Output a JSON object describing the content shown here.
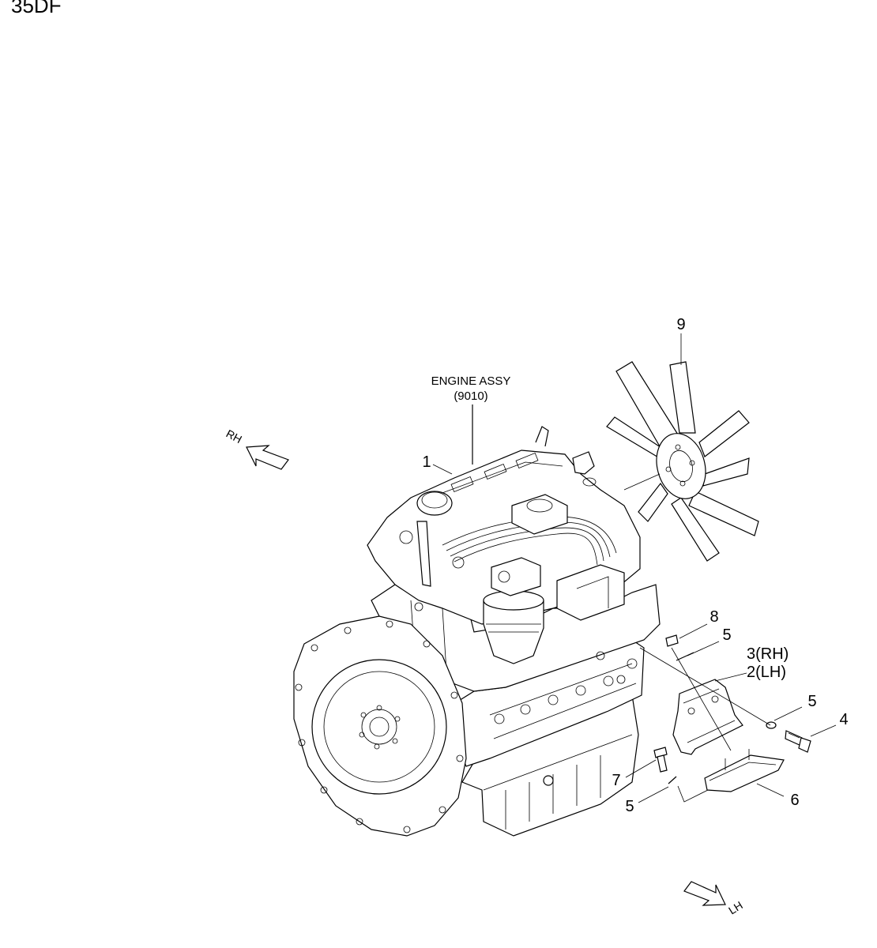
{
  "header": {
    "model_code": "35DF"
  },
  "assembly": {
    "title": "ENGINE ASSY",
    "part_ref": "(9010)"
  },
  "directions": {
    "right": "RH",
    "left": "LH"
  },
  "callouts": {
    "c1": "1",
    "c9": "9",
    "c8": "8",
    "c5a": "5",
    "c3": "3(RH)",
    "c2": "2(LH)",
    "c5b": "5",
    "c4": "4",
    "c7": "7",
    "c5c": "5",
    "c6": "6"
  }
}
